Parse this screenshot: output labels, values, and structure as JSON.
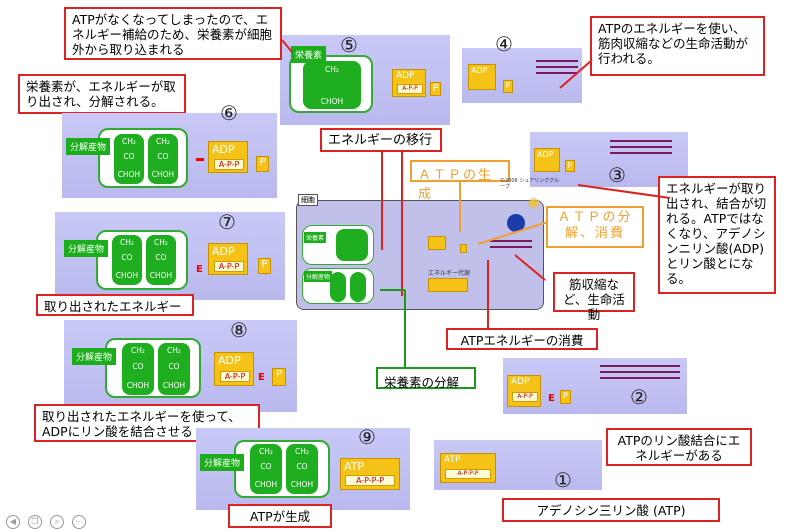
{
  "callouts": {
    "c5": "ATPがなくなってしまったので、エネルギー補給のため、栄養素が細胞外から取り込まれる",
    "c4": "ATPのエネルギーを使い、筋肉収縮などの生命活動が行われる。",
    "c6": "栄養素が、エネルギーが取り出され、分解される。",
    "c3": "エネルギーが取り出され、結合が切れる。ATPではなくなり、アデノシンニリン酸(ADP)とリン酸とになる。",
    "c7": "取り出されたエネルギー",
    "c8": "取り出されたエネルギーを使って、ADPにリン酸を結合させる",
    "c9": "ATPが生成",
    "c2": "ATPのリン酸結合にエネルギーがある",
    "c1": "アデノシン三リン酸 (ATP)",
    "energy_transfer": "エネルギーの移行",
    "atp_generation": "ＡＴＰの生成",
    "atp_breakdown": "ＡＴＰの分解、消費",
    "muscle": "筋収縮など、生命活動",
    "atp_consumption": "ATPエネルギーの消費",
    "nutrient_breakdown": "栄養素の分解"
  },
  "numbers": {
    "n1": "①",
    "n2": "②",
    "n3": "③",
    "n4": "④",
    "n5": "⑤",
    "n6": "⑥",
    "n7": "⑦",
    "n8": "⑧",
    "n9": "⑨"
  },
  "labels": {
    "nutrient": "栄養素",
    "decomp": "分解産物",
    "adp": "ADP",
    "atp": "ATP",
    "ap": "A-P-P",
    "app": "A-P-P-P",
    "p": "P",
    "e": "E",
    "ch2": "CH₂",
    "co": "CO",
    "choh": "CHOH",
    "cell": "細胞",
    "metab": "エネルギー代謝",
    "ribbon": "©2006 シュアリンググループ"
  },
  "colors": {
    "red": "#d22",
    "green": "#1a9a1a",
    "orange": "#f0a030",
    "atp": "#f5c218"
  }
}
